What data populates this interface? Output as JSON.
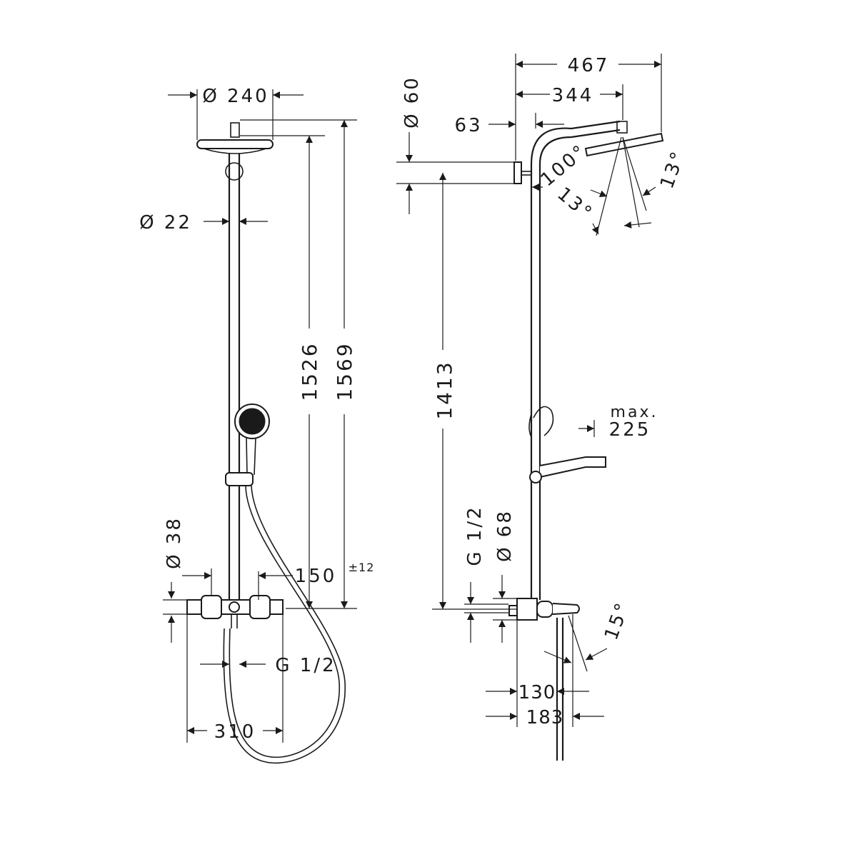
{
  "colors": {
    "line": "#1a1a1a",
    "background": "#ffffff"
  },
  "front": {
    "head_diameter": "Ø 240",
    "pipe_diameter": "Ø 22",
    "height_1526": "1526",
    "height_1569": "1569",
    "mixer_diameter": "Ø 38",
    "offset_150": "150",
    "offset_tolerance": "±12",
    "connection": "G 1/2",
    "centers_310": "310"
  },
  "side": {
    "depth_467": "467",
    "depth_344": "344",
    "flange_diameter": "Ø 60",
    "wall_63": "63",
    "angle_100": "100°",
    "angle_13a": "13°",
    "angle_13b": "13°",
    "height_1413": "1413",
    "max_label": "max.",
    "max_value": "225",
    "connection": "G 1/2",
    "mixer_diameter": "Ø 68",
    "spout_angle": "15°",
    "spout_130": "130",
    "spout_183": "183"
  }
}
